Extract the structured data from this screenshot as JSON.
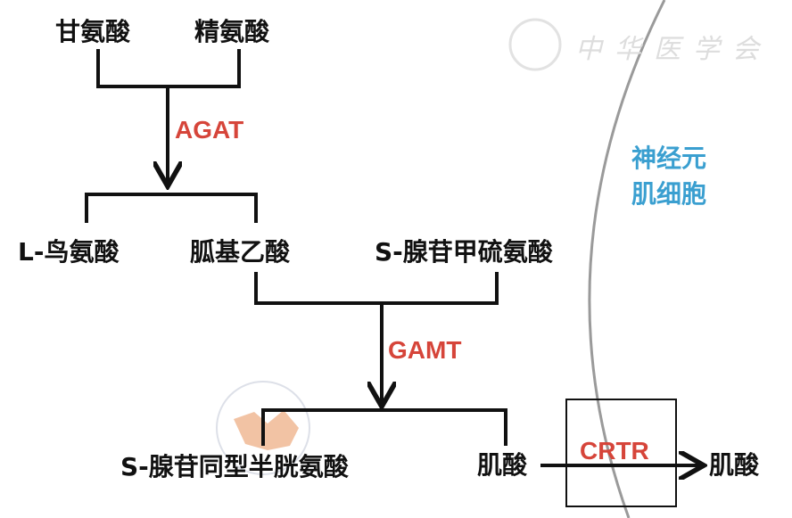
{
  "nodes": {
    "glycine": "甘氨酸",
    "arginine": "精氨酸",
    "ornithine": "L-鸟氨酸",
    "guanidinoacetate": "胍基乙酸",
    "sam": "S-腺苷甲硫氨酸",
    "sah": "S-腺苷同型半胱氨酸",
    "creatine_in": "肌酸",
    "creatine_out": "肌酸"
  },
  "enzymes": {
    "agat": "AGAT",
    "gamt": "GAMT",
    "crtr": "CRTR"
  },
  "cell_label": {
    "line1": "神经元",
    "line2": "肌细胞"
  },
  "watermark": "中华医学会",
  "colors": {
    "enzyme": "#d6453a",
    "cell": "#3a9fd0",
    "membrane": "#999999"
  }
}
